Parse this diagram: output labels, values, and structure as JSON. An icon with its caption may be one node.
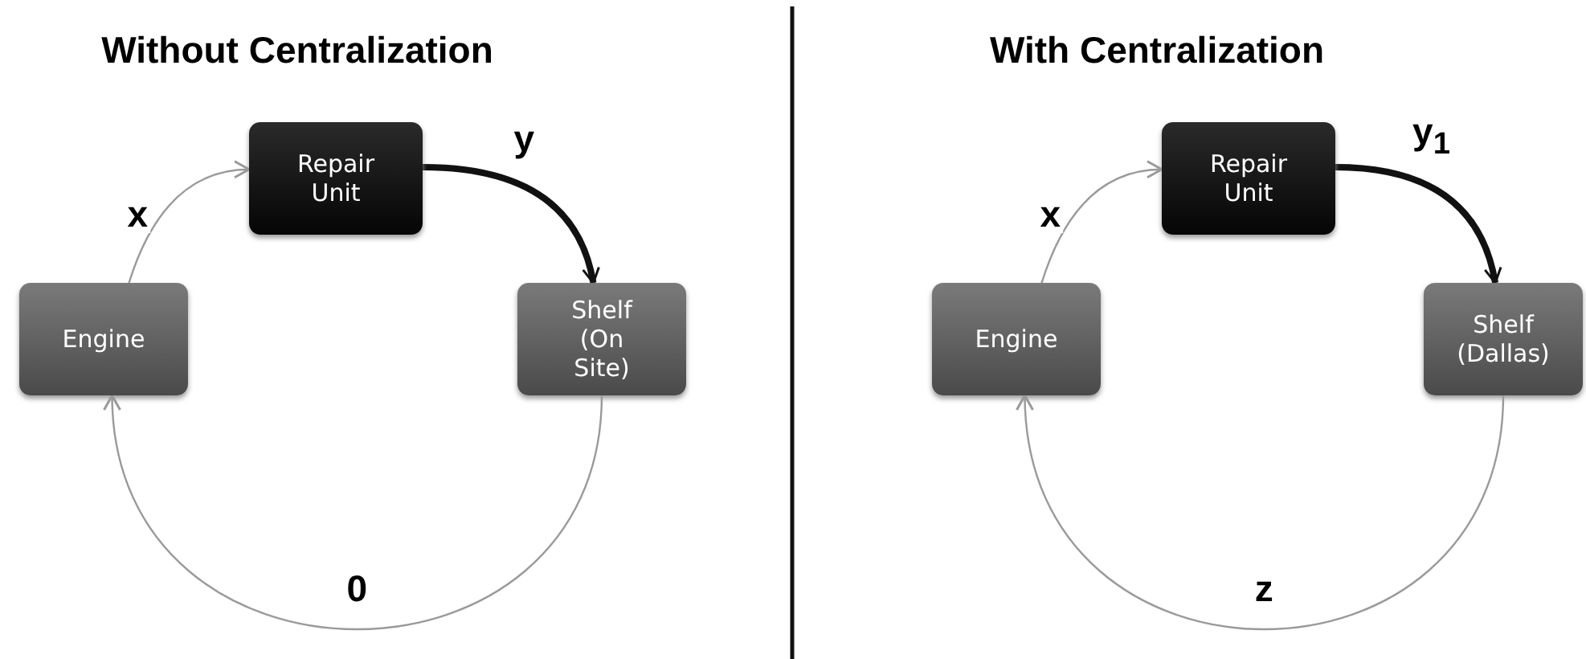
{
  "diagram": {
    "nodes": [
      {
        "text": [
          "Engine"
        ]
      },
      {
        "text": [
          "Repair Unit"
        ]
      },
      {
        "text": [
          "Shelf (On Site)"
        ]
      },
      {
        "text": [
          "Engine"
        ]
      },
      {
        "text": [
          "Repair Unit"
        ]
      },
      {
        "text": [
          "Shelf (Dallas)"
        ]
      }
    ],
    "edges": [
      {
        "from": 0,
        "to": 1,
        "arrow": "to",
        "label": "x"
      },
      {
        "from": 1,
        "to": 2,
        "arrow": "to",
        "label": "y",
        "style": "thick",
        "color": "#111111"
      },
      {
        "from": 2,
        "to": 0,
        "arrow": "to",
        "label": "0"
      },
      {
        "from": 3,
        "to": 4,
        "arrow": "to",
        "label": "x"
      },
      {
        "from": 4,
        "to": 5,
        "arrow": "to",
        "label": "y$_{1}$",
        "style": "thick",
        "color": "#111111"
      },
      {
        "from": 5,
        "to": 3,
        "arrow": "to",
        "label": "z"
      }
    ],
    "labels": [
      "Without Centralization",
      "With Centralization"
    ]
  }
}
